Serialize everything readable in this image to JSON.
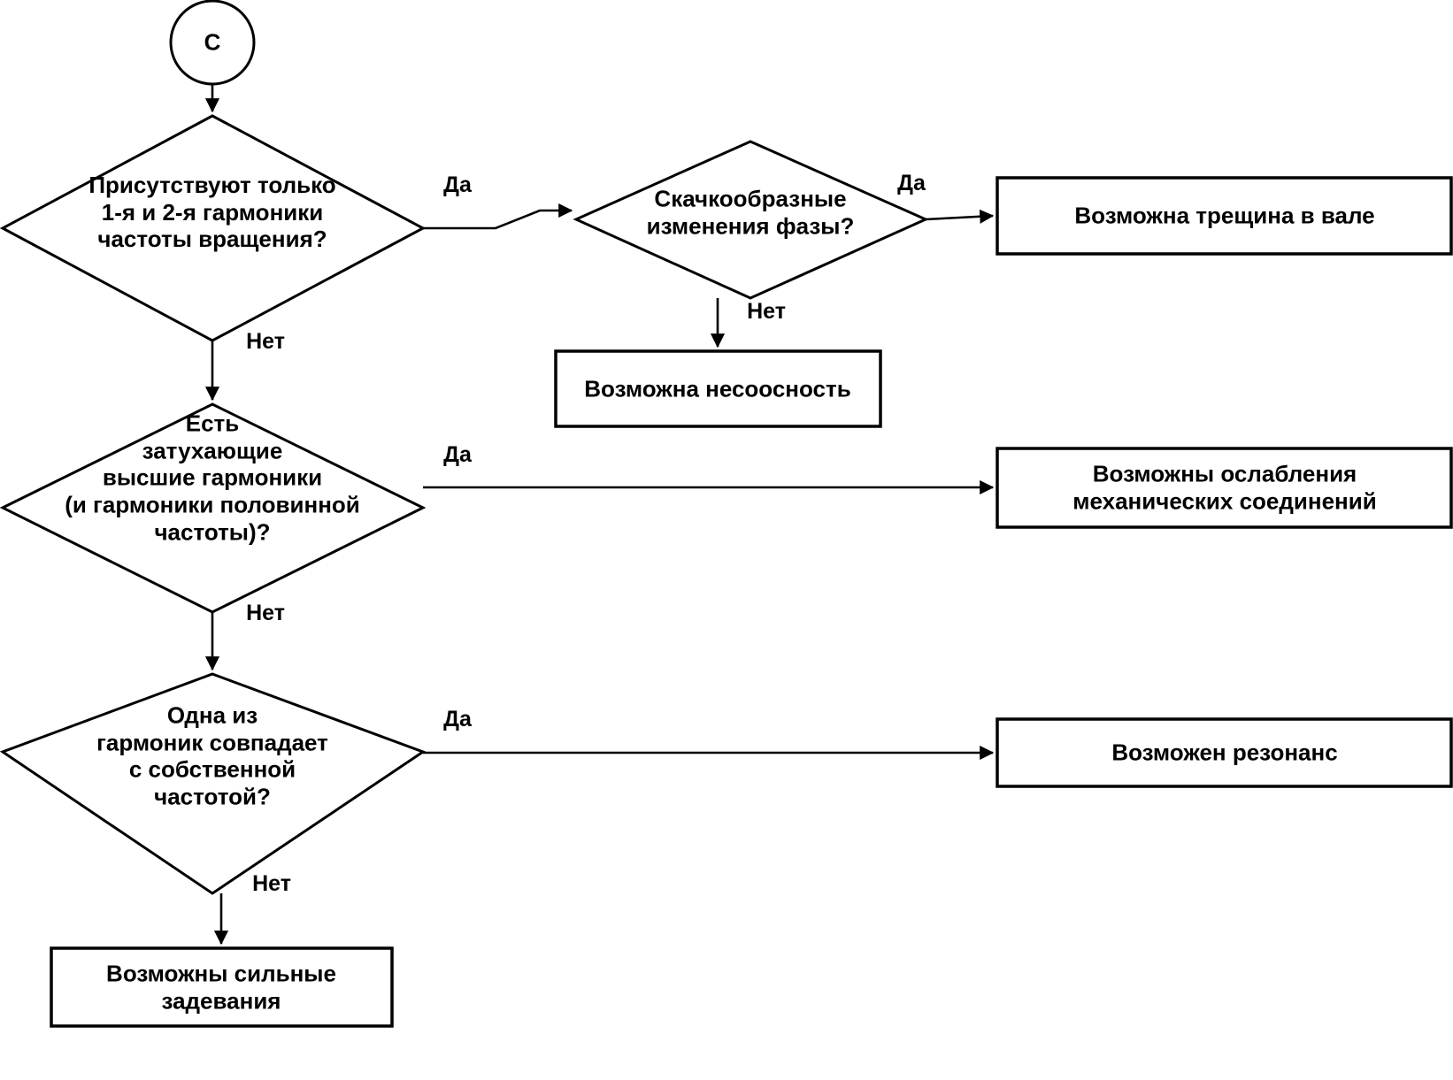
{
  "diagram": {
    "type": "flowchart",
    "language": "ru",
    "colors": {
      "stroke": "#000000",
      "fill": "#ffffff",
      "text": "#000000"
    },
    "start": {
      "id": "start-c",
      "shape": "circle",
      "label": "C"
    },
    "decisions": [
      {
        "id": "d1-harmonics-1-2",
        "shape": "diamond",
        "label": "Присутствуют только\n1-я и 2-я гармоники\nчастоты вращения?"
      },
      {
        "id": "d2-phase-jumps",
        "shape": "diamond",
        "label": "Скачкообразные\nизменения фазы?"
      },
      {
        "id": "d3-damped-higher-harmonics",
        "shape": "diamond",
        "label": "Есть\nзатухающие\nвысшие гармоники\n(и гармоники половинной\nчастоты)?"
      },
      {
        "id": "d4-natural-frequency",
        "shape": "diamond",
        "label": "Одна из\nгармоник совпадает\nс собственной\nчастотой?"
      }
    ],
    "outcomes": [
      {
        "id": "o1-shaft-crack",
        "shape": "rectangle",
        "label": "Возможна трещина в вале"
      },
      {
        "id": "o2-misalignment",
        "shape": "rectangle",
        "label": "Возможна несоосность"
      },
      {
        "id": "o3-loose-mechanical-joints",
        "shape": "rectangle",
        "label": "Возможны ослабления\nмеханических соединений"
      },
      {
        "id": "o4-resonance",
        "shape": "rectangle",
        "label": "Возможен резонанс"
      },
      {
        "id": "o5-strong-rubbing",
        "shape": "rectangle",
        "label": "Возможны сильные\nзадевания"
      }
    ],
    "edge_labels": {
      "d1_yes": "Да",
      "d1_no": "Нет",
      "d2_yes": "Да",
      "d2_no": "Нет",
      "d3_yes": "Да",
      "d3_no": "Нет",
      "d4_yes": "Да",
      "d4_no": "Нет"
    }
  }
}
